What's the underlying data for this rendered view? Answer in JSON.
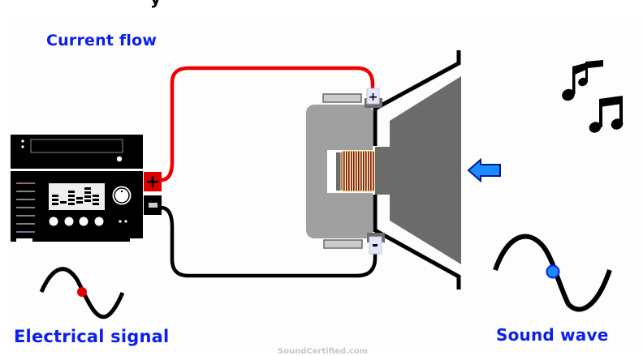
{
  "labels": {
    "current_flow": "Current flow",
    "electrical_signal": "Electrical signal",
    "sound_wave": "Sound wave"
  },
  "terminals": {
    "positive": "+",
    "negative": "-"
  },
  "watermark": "SoundCertified.com",
  "colors": {
    "label_blue": "#0a1ff0",
    "positive_wire": "#ee0000",
    "negative_wire": "#000000",
    "electrical_marker": "#e00000",
    "sound_marker": "#1a8cff",
    "arrow_fill": "#1a8cff",
    "arrow_stroke": "#001a8c",
    "cone": "#6b6b6b",
    "magnet": "#a0a0a0"
  },
  "icons": {
    "amplifier": "stereo-amplifier-icon",
    "music_notes": "music-notes-icon",
    "arrow": "arrow-left-icon"
  }
}
